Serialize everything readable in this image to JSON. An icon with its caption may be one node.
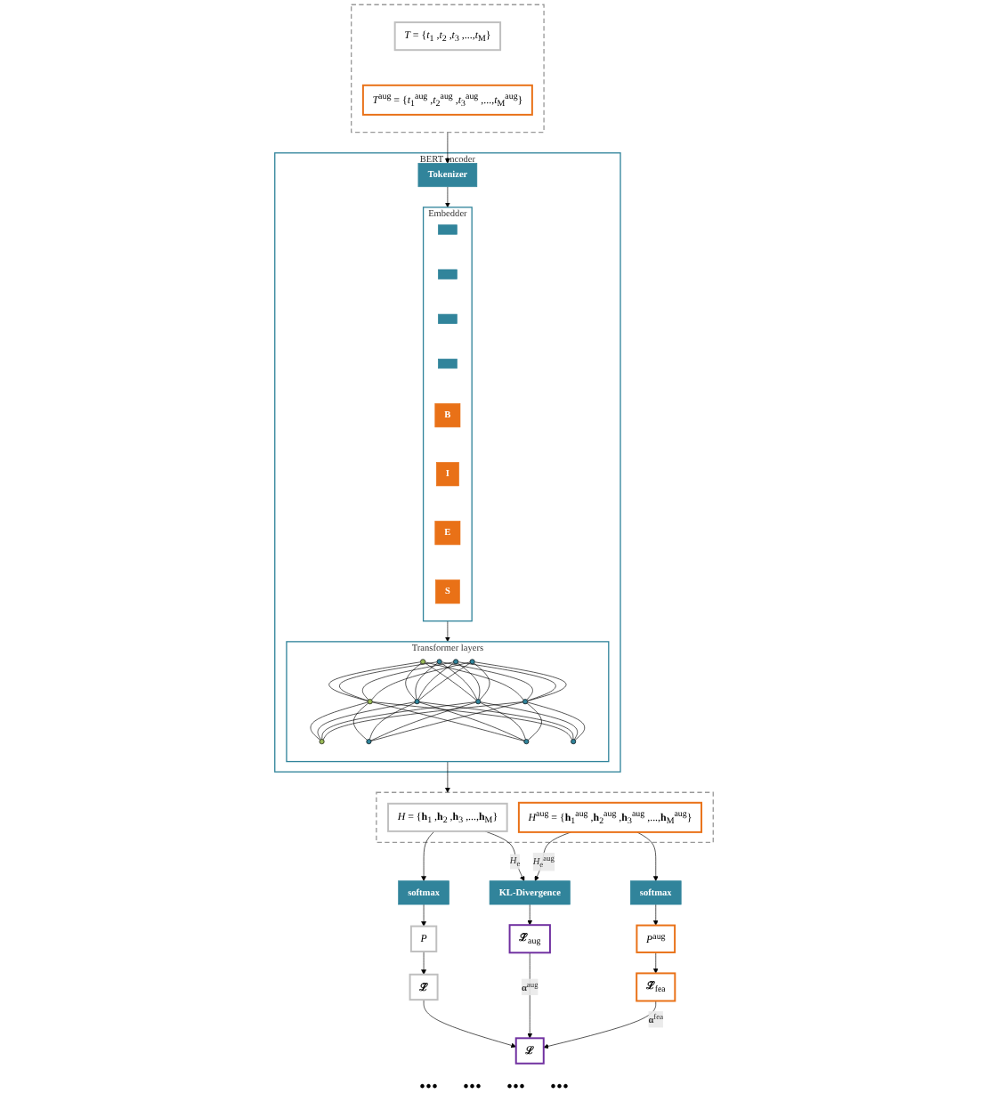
{
  "diagram": {
    "nodes": [
      {
        "text": [],
        "shape": "box"
      },
      {
        "text": [
          "*T* = {*t*$_{1}$ ,*t*$_{2}$ ,*t*$_{3}$ ,...,*t*$_{M}$}"
        ],
        "in": 0
      },
      {
        "text": [
          "*T*$^{aug}$ = {*t*$_{1}$$^{aug}$ ,*t*$_{2}$$^{aug}$ ,*t*$_{3}$$^{aug}$ ,...,*t*$_{M}$$^{aug}$}"
        ],
        "in": 0
      },
      {
        "text": [
          "BERT encoder"
        ]
      },
      {
        "text": [
          "Tokenizer"
        ],
        "in": 3
      },
      {
        "text": [
          "Embedder"
        ],
        "in": 3
      },
      {
        "text": [],
        "shape": "box",
        "in": 5
      },
      {
        "text": [],
        "shape": "box",
        "in": 5
      },
      {
        "text": [],
        "shape": "box",
        "in": 5
      },
      {
        "text": [],
        "shape": "box",
        "in": 5
      },
      {
        "text": [
          "B"
        ],
        "in": 5
      },
      {
        "text": [
          "I"
        ],
        "in": 5
      },
      {
        "text": [
          "E"
        ],
        "in": 5
      },
      {
        "text": [
          "S"
        ],
        "in": 5
      },
      {
        "text": [
          "Transformer layers"
        ],
        "in": 3
      },
      {
        "text": [],
        "shape": "circle",
        "in": 14
      },
      {
        "text": [],
        "shape": "circle",
        "in": 14
      },
      {
        "text": [],
        "shape": "circle",
        "in": 14
      },
      {
        "text": [],
        "shape": "circle",
        "in": 14
      },
      {
        "text": [],
        "shape": "circle",
        "in": 14
      },
      {
        "text": [],
        "shape": "circle",
        "in": 14
      },
      {
        "text": [],
        "shape": "circle",
        "in": 14
      },
      {
        "text": [],
        "shape": "circle",
        "in": 14
      },
      {
        "text": [],
        "shape": "circle",
        "in": 14
      },
      {
        "text": [],
        "shape": "circle",
        "in": 14
      },
      {
        "text": [],
        "shape": "circle",
        "in": 14
      },
      {
        "text": [],
        "shape": "circle",
        "in": 14
      },
      {
        "text": [],
        "shape": "box"
      },
      {
        "text": [
          "*H* = {**h**$_{1}$ ,**h**$_{2}$ ,**h**$_{3}$ ,...,**h**$_{M}$}"
        ],
        "in": 27
      },
      {
        "text": [
          "*H*$^{aug}$ = {**h**$_{1}$$^{aug}$ ,**h**$_{2}$$^{aug}$ ,**h**$_{3}$$^{aug}$ ,...,**h**$_{M}$$^{aug}$}"
        ],
        "in": 27
      },
      {
        "text": [
          "softmax"
        ]
      },
      {
        "text": [
          "KL-Divergence"
        ]
      },
      {
        "text": [
          "softmax"
        ]
      },
      {
        "text": [
          "*P*"
        ]
      },
      {
        "text": [
          "**ℒ̃**$_{aug}$"
        ]
      },
      {
        "text": [
          "*P*$^{aug}$"
        ]
      },
      {
        "text": [
          "**ℒ̃**"
        ]
      },
      {
        "text": [
          "**ℒ**"
        ]
      },
      {
        "text": [
          "**ℒ̃**$_{fea}$"
        ]
      }
    ],
    "edges": [
      {
        "from": 0,
        "to": 4,
        "arrow": "to"
      },
      {
        "from": 4,
        "to": 5,
        "arrow": "to"
      },
      {
        "from": 5,
        "to": 14,
        "arrow": "to"
      },
      {
        "from": 15,
        "to": 19,
        "arrow": "none"
      },
      {
        "from": 15,
        "to": 20,
        "arrow": "none"
      },
      {
        "from": 15,
        "to": 21,
        "arrow": "none"
      },
      {
        "from": 15,
        "to": 22,
        "arrow": "none"
      },
      {
        "from": 16,
        "to": 19,
        "arrow": "none"
      },
      {
        "from": 16,
        "to": 20,
        "arrow": "none"
      },
      {
        "from": 16,
        "to": 21,
        "arrow": "none"
      },
      {
        "from": 16,
        "to": 22,
        "arrow": "none"
      },
      {
        "from": 17,
        "to": 19,
        "arrow": "none"
      },
      {
        "from": 17,
        "to": 20,
        "arrow": "none"
      },
      {
        "from": 17,
        "to": 21,
        "arrow": "none"
      },
      {
        "from": 17,
        "to": 22,
        "arrow": "none"
      },
      {
        "from": 18,
        "to": 19,
        "arrow": "none"
      },
      {
        "from": 18,
        "to": 20,
        "arrow": "none"
      },
      {
        "from": 18,
        "to": 21,
        "arrow": "none"
      },
      {
        "from": 18,
        "to": 22,
        "arrow": "none"
      },
      {
        "from": 19,
        "to": 23,
        "arrow": "none"
      },
      {
        "from": 19,
        "to": 24,
        "arrow": "none"
      },
      {
        "from": 19,
        "to": 25,
        "arrow": "none"
      },
      {
        "from": 19,
        "to": 26,
        "arrow": "none"
      },
      {
        "from": 20,
        "to": 23,
        "arrow": "none"
      },
      {
        "from": 20,
        "to": 24,
        "arrow": "none"
      },
      {
        "from": 20,
        "to": 25,
        "arrow": "none"
      },
      {
        "from": 20,
        "to": 26,
        "arrow": "none"
      },
      {
        "from": 21,
        "to": 23,
        "arrow": "none"
      },
      {
        "from": 21,
        "to": 24,
        "arrow": "none"
      },
      {
        "from": 21,
        "to": 25,
        "arrow": "none"
      },
      {
        "from": 21,
        "to": 26,
        "arrow": "none"
      },
      {
        "from": 22,
        "to": 23,
        "arrow": "none"
      },
      {
        "from": 22,
        "to": 24,
        "arrow": "none"
      },
      {
        "from": 22,
        "to": 25,
        "arrow": "none"
      },
      {
        "from": 22,
        "to": 26,
        "arrow": "none"
      },
      {
        "from": 14,
        "to": 27,
        "arrow": "to"
      },
      {
        "from": 28,
        "to": 30,
        "arrow": "to"
      },
      {
        "from": 28,
        "to": 31,
        "arrow": "to",
        "label": "*H*$_{e}$"
      },
      {
        "from": 29,
        "to": 31,
        "arrow": "to",
        "label": "*H*$_{e}$$^{aug}$"
      },
      {
        "from": 29,
        "to": 32,
        "arrow": "to"
      },
      {
        "from": 30,
        "to": 33,
        "arrow": "to"
      },
      {
        "from": 31,
        "to": 34,
        "arrow": "to"
      },
      {
        "from": 32,
        "to": 35,
        "arrow": "to"
      },
      {
        "from": 33,
        "to": 36,
        "arrow": "to"
      },
      {
        "from": 34,
        "to": 37,
        "arrow": "to",
        "label": "**α**$^{aug}$"
      },
      {
        "from": 35,
        "to": 38,
        "arrow": "to"
      },
      {
        "from": 36,
        "to": 37,
        "arrow": "to"
      },
      {
        "from": 38,
        "to": 37,
        "arrow": "to",
        "label": "**α**$^{fea}$"
      }
    ],
    "labels": [
      "...",
      "...",
      "...",
      "..."
    ]
  }
}
